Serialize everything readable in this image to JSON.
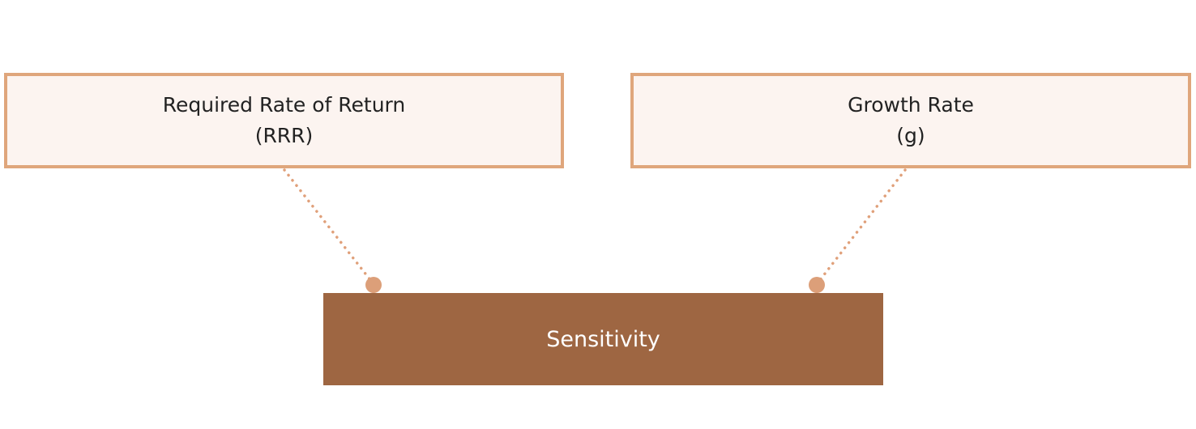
{
  "diagram": {
    "nodes": {
      "rrr": {
        "line1": "Required Rate of Return",
        "line2": "(RRR)"
      },
      "growth": {
        "line1": "Growth Rate",
        "line2": "(g)"
      },
      "sensitivity": {
        "label": "Sensitivity"
      }
    },
    "edges": [
      {
        "from": "rrr",
        "to": "sensitivity",
        "style": "dotted"
      },
      {
        "from": "growth",
        "to": "sensitivity",
        "style": "dotted"
      }
    ],
    "colors": {
      "top_box_border": "#dfa67c",
      "top_box_fill": "#fcf4f0",
      "bottom_box_fill": "#9e6642",
      "connector": "#e0a07a"
    }
  }
}
